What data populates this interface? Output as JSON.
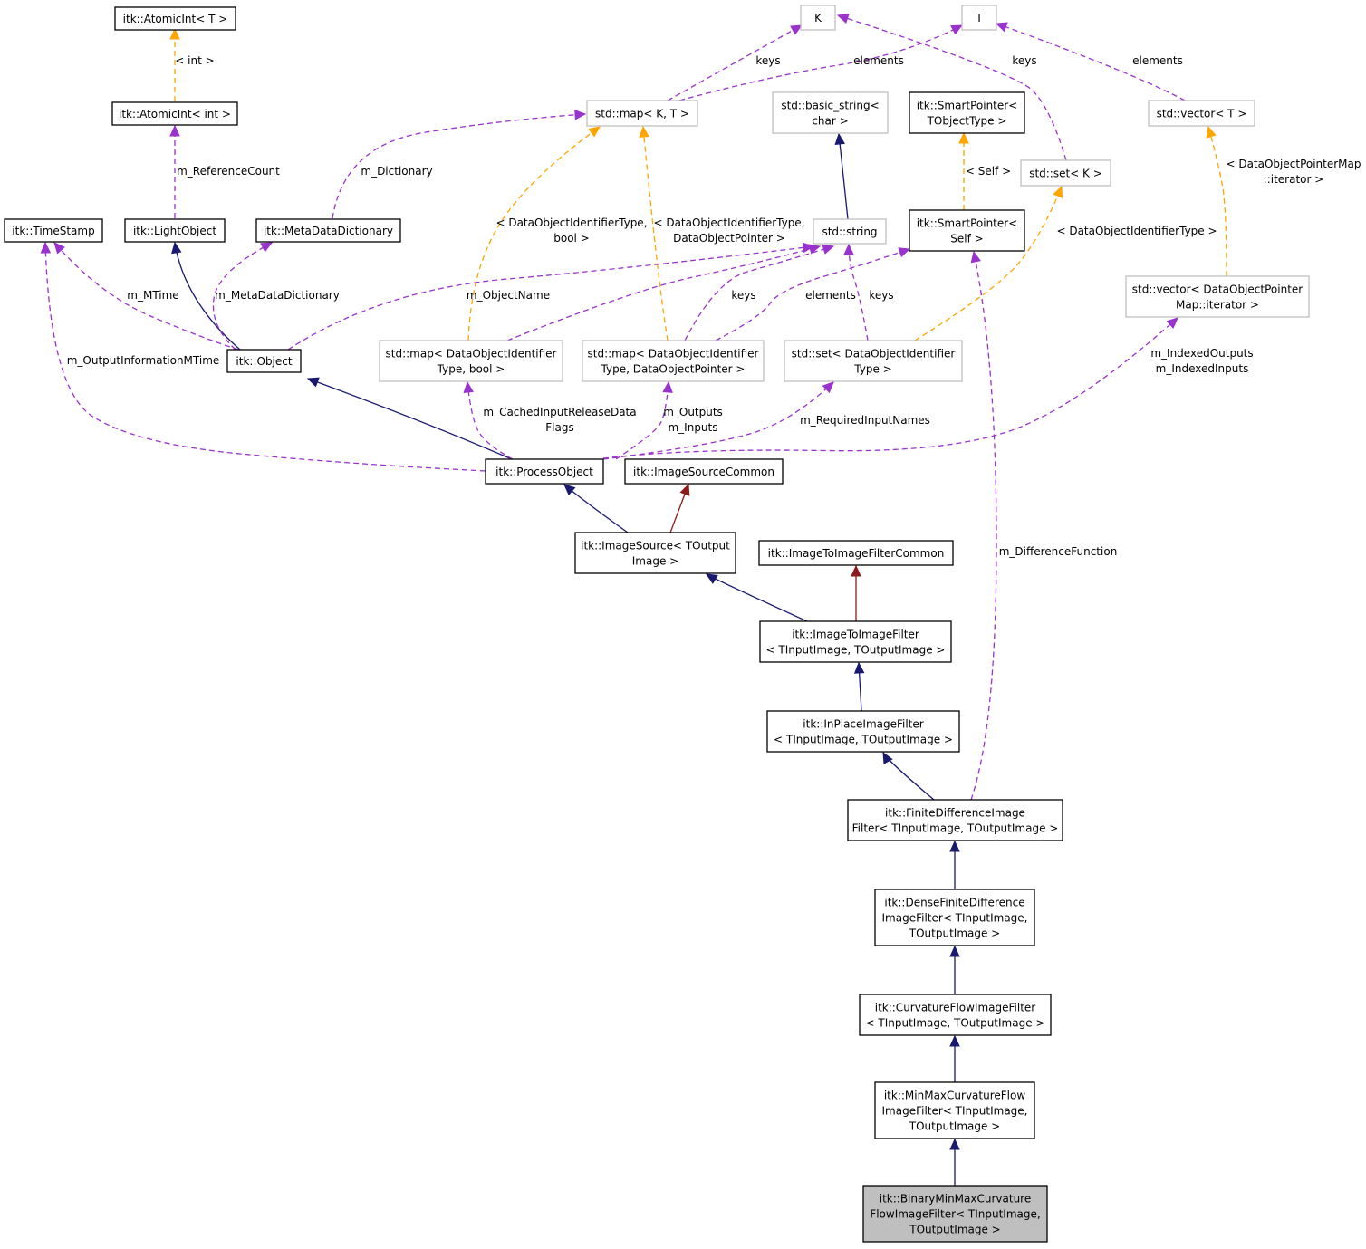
{
  "diagram": {
    "colors": {
      "inheritance": "#191970",
      "usage": "#9a32cd",
      "template": "#ffa500",
      "common_inheritance": "#8b1a1a",
      "focus_fill": "#bfbfbf",
      "external_border": "#bfbfbf",
      "normal_border": "#000000"
    },
    "nodes": [
      {
        "id": "atomic_t",
        "style": "normal",
        "lines": [
          "itk::AtomicInt< T >"
        ]
      },
      {
        "id": "atomic_int",
        "style": "normal",
        "lines": [
          "itk::AtomicInt< int >"
        ]
      },
      {
        "id": "lightobject",
        "style": "normal",
        "lines": [
          "itk::LightObject"
        ]
      },
      {
        "id": "timestamp",
        "style": "normal",
        "lines": [
          "itk::TimeStamp"
        ]
      },
      {
        "id": "metadatadict",
        "style": "normal",
        "lines": [
          "itk::MetaDataDictionary"
        ]
      },
      {
        "id": "object",
        "style": "normal",
        "lines": [
          "itk::Object"
        ]
      },
      {
        "id": "K",
        "style": "ext",
        "lines": [
          "K"
        ]
      },
      {
        "id": "T",
        "style": "ext",
        "lines": [
          "T"
        ]
      },
      {
        "id": "map_kt",
        "style": "ext",
        "lines": [
          "std::map< K, T >"
        ]
      },
      {
        "id": "basic_string",
        "style": "ext",
        "lines": [
          "std::basic_string<",
          "char >"
        ]
      },
      {
        "id": "string",
        "style": "ext",
        "lines": [
          "std::string"
        ]
      },
      {
        "id": "sp_tobj",
        "style": "normal",
        "lines": [
          "itk::SmartPointer<",
          "TObjectType >"
        ]
      },
      {
        "id": "set_k",
        "style": "ext",
        "lines": [
          "std::set< K >"
        ]
      },
      {
        "id": "sp_self",
        "style": "normal",
        "lines": [
          "itk::SmartPointer<",
          "Self >"
        ]
      },
      {
        "id": "vector_t",
        "style": "ext",
        "lines": [
          "std::vector< T >"
        ]
      },
      {
        "id": "vector_dopm",
        "style": "ext",
        "lines": [
          "std::vector< DataObjectPointer",
          "Map::iterator >"
        ]
      },
      {
        "id": "map_bool",
        "style": "ext",
        "lines": [
          "std::map< DataObjectIdentifier",
          "Type, bool >"
        ]
      },
      {
        "id": "map_dop",
        "style": "ext",
        "lines": [
          "std::map< DataObjectIdentifier",
          "Type, DataObjectPointer >"
        ]
      },
      {
        "id": "set_doit",
        "style": "ext",
        "lines": [
          "std::set< DataObjectIdentifier",
          "Type >"
        ]
      },
      {
        "id": "processobject",
        "style": "normal",
        "lines": [
          "itk::ProcessObject"
        ]
      },
      {
        "id": "imagesourcecommon",
        "style": "normal",
        "lines": [
          "itk::ImageSourceCommon"
        ]
      },
      {
        "id": "imagesource",
        "style": "normal",
        "lines": [
          "itk::ImageSource< TOutput",
          "Image >"
        ]
      },
      {
        "id": "i2icommon",
        "style": "normal",
        "lines": [
          "itk::ImageToImageFilterCommon"
        ]
      },
      {
        "id": "i2ifilter",
        "style": "normal",
        "lines": [
          "itk::ImageToImageFilter",
          "< TInputImage, TOutputImage >"
        ]
      },
      {
        "id": "inplace",
        "style": "normal",
        "lines": [
          "itk::InPlaceImageFilter",
          "< TInputImage, TOutputImage >"
        ]
      },
      {
        "id": "finitediff",
        "style": "normal",
        "lines": [
          "itk::FiniteDifferenceImage",
          "Filter< TInputImage, TOutputImage >"
        ]
      },
      {
        "id": "densefd",
        "style": "normal",
        "lines": [
          "itk::DenseFiniteDifference",
          "ImageFilter< TInputImage,",
          "TOutputImage >"
        ]
      },
      {
        "id": "curvature",
        "style": "normal",
        "lines": [
          "itk::CurvatureFlowImageFilter",
          "< TInputImage, TOutputImage >"
        ]
      },
      {
        "id": "minmax",
        "style": "normal",
        "lines": [
          "itk::MinMaxCurvatureFlow",
          "ImageFilter< TInputImage,",
          "TOutputImage >"
        ]
      },
      {
        "id": "binary",
        "style": "focus",
        "lines": [
          "itk::BinaryMinMaxCurvature",
          "FlowImageFilter< TInputImage,",
          "TOutputImage >"
        ]
      }
    ],
    "edges": [
      {
        "from": "atomic_int",
        "to": "atomic_t",
        "kind": "template",
        "label": [
          "< int >"
        ]
      },
      {
        "from": "lightobject",
        "to": "atomic_int",
        "kind": "usage",
        "label": [
          "m_ReferenceCount"
        ]
      },
      {
        "from": "object",
        "to": "lightobject",
        "kind": "inheritance",
        "label": []
      },
      {
        "from": "object",
        "to": "timestamp",
        "kind": "usage",
        "label": [
          "m_MTime"
        ]
      },
      {
        "from": "object",
        "to": "metadatadict",
        "kind": "usage",
        "label": [
          "m_MetaDataDictionary"
        ]
      },
      {
        "from": "metadatadict",
        "to": "map_kt",
        "kind": "usage",
        "label": [
          "m_Dictionary"
        ]
      },
      {
        "from": "map_kt",
        "to": "K",
        "kind": "usage",
        "label": [
          "keys"
        ]
      },
      {
        "from": "map_kt",
        "to": "T",
        "kind": "usage",
        "label": [
          "elements"
        ]
      },
      {
        "from": "set_k",
        "to": "K",
        "kind": "usage",
        "label": [
          "keys"
        ]
      },
      {
        "from": "vector_t",
        "to": "T",
        "kind": "usage",
        "label": [
          "elements"
        ]
      },
      {
        "from": "string",
        "to": "basic_string",
        "kind": "inheritance",
        "label": []
      },
      {
        "from": "sp_self",
        "to": "sp_tobj",
        "kind": "template",
        "label": [
          "< Self >"
        ]
      },
      {
        "from": "set_doit",
        "to": "set_k",
        "kind": "template",
        "label": [
          "< DataObjectIdentifierType >"
        ]
      },
      {
        "from": "vector_dopm",
        "to": "vector_t",
        "kind": "template",
        "label": [
          "< DataObjectPointerMap",
          "::iterator >"
        ]
      },
      {
        "from": "map_bool",
        "to": "map_kt",
        "kind": "template",
        "label": [
          "< DataObjectIdentifierType,",
          "bool >"
        ]
      },
      {
        "from": "map_dop",
        "to": "map_kt",
        "kind": "template",
        "label": [
          "< DataObjectIdentifierType,",
          "DataObjectPointer >"
        ]
      },
      {
        "from": "object",
        "to": "string",
        "kind": "usage",
        "label": [
          "m_ObjectName"
        ]
      },
      {
        "from": "map_bool",
        "to": "string",
        "kind": "usage",
        "label": []
      },
      {
        "from": "map_dop",
        "to": "string",
        "kind": "usage",
        "label": [
          "keys"
        ]
      },
      {
        "from": "map_dop",
        "to": "sp_self",
        "kind": "usage",
        "label": [
          "elements"
        ]
      },
      {
        "from": "set_doit",
        "to": "string",
        "kind": "usage",
        "label": [
          "keys"
        ]
      },
      {
        "from": "processobject",
        "to": "object",
        "kind": "inheritance",
        "label": []
      },
      {
        "from": "processobject",
        "to": "timestamp",
        "kind": "usage",
        "label": [
          "m_OutputInformationMTime"
        ]
      },
      {
        "from": "processobject",
        "to": "map_bool",
        "kind": "usage",
        "label": [
          "m_CachedInputReleaseData",
          "Flags"
        ]
      },
      {
        "from": "processobject",
        "to": "map_dop",
        "kind": "usage",
        "label": [
          "m_Outputs",
          "m_Inputs"
        ]
      },
      {
        "from": "processobject",
        "to": "set_doit",
        "kind": "usage",
        "label": [
          "m_RequiredInputNames"
        ]
      },
      {
        "from": "processobject",
        "to": "vector_dopm",
        "kind": "usage",
        "label": [
          "m_IndexedOutputs",
          "m_IndexedInputs"
        ]
      },
      {
        "from": "imagesource",
        "to": "processobject",
        "kind": "inheritance",
        "label": []
      },
      {
        "from": "imagesource",
        "to": "imagesourcecommon",
        "kind": "common_inheritance",
        "label": []
      },
      {
        "from": "i2ifilter",
        "to": "imagesource",
        "kind": "inheritance",
        "label": []
      },
      {
        "from": "i2ifilter",
        "to": "i2icommon",
        "kind": "common_inheritance",
        "label": []
      },
      {
        "from": "inplace",
        "to": "i2ifilter",
        "kind": "inheritance",
        "label": []
      },
      {
        "from": "finitediff",
        "to": "inplace",
        "kind": "inheritance",
        "label": []
      },
      {
        "from": "finitediff",
        "to": "sp_self",
        "kind": "usage",
        "label": [
          "m_DifferenceFunction"
        ]
      },
      {
        "from": "densefd",
        "to": "finitediff",
        "kind": "inheritance",
        "label": []
      },
      {
        "from": "curvature",
        "to": "densefd",
        "kind": "inheritance",
        "label": []
      },
      {
        "from": "minmax",
        "to": "curvature",
        "kind": "inheritance",
        "label": []
      },
      {
        "from": "binary",
        "to": "minmax",
        "kind": "inheritance",
        "label": []
      }
    ]
  }
}
